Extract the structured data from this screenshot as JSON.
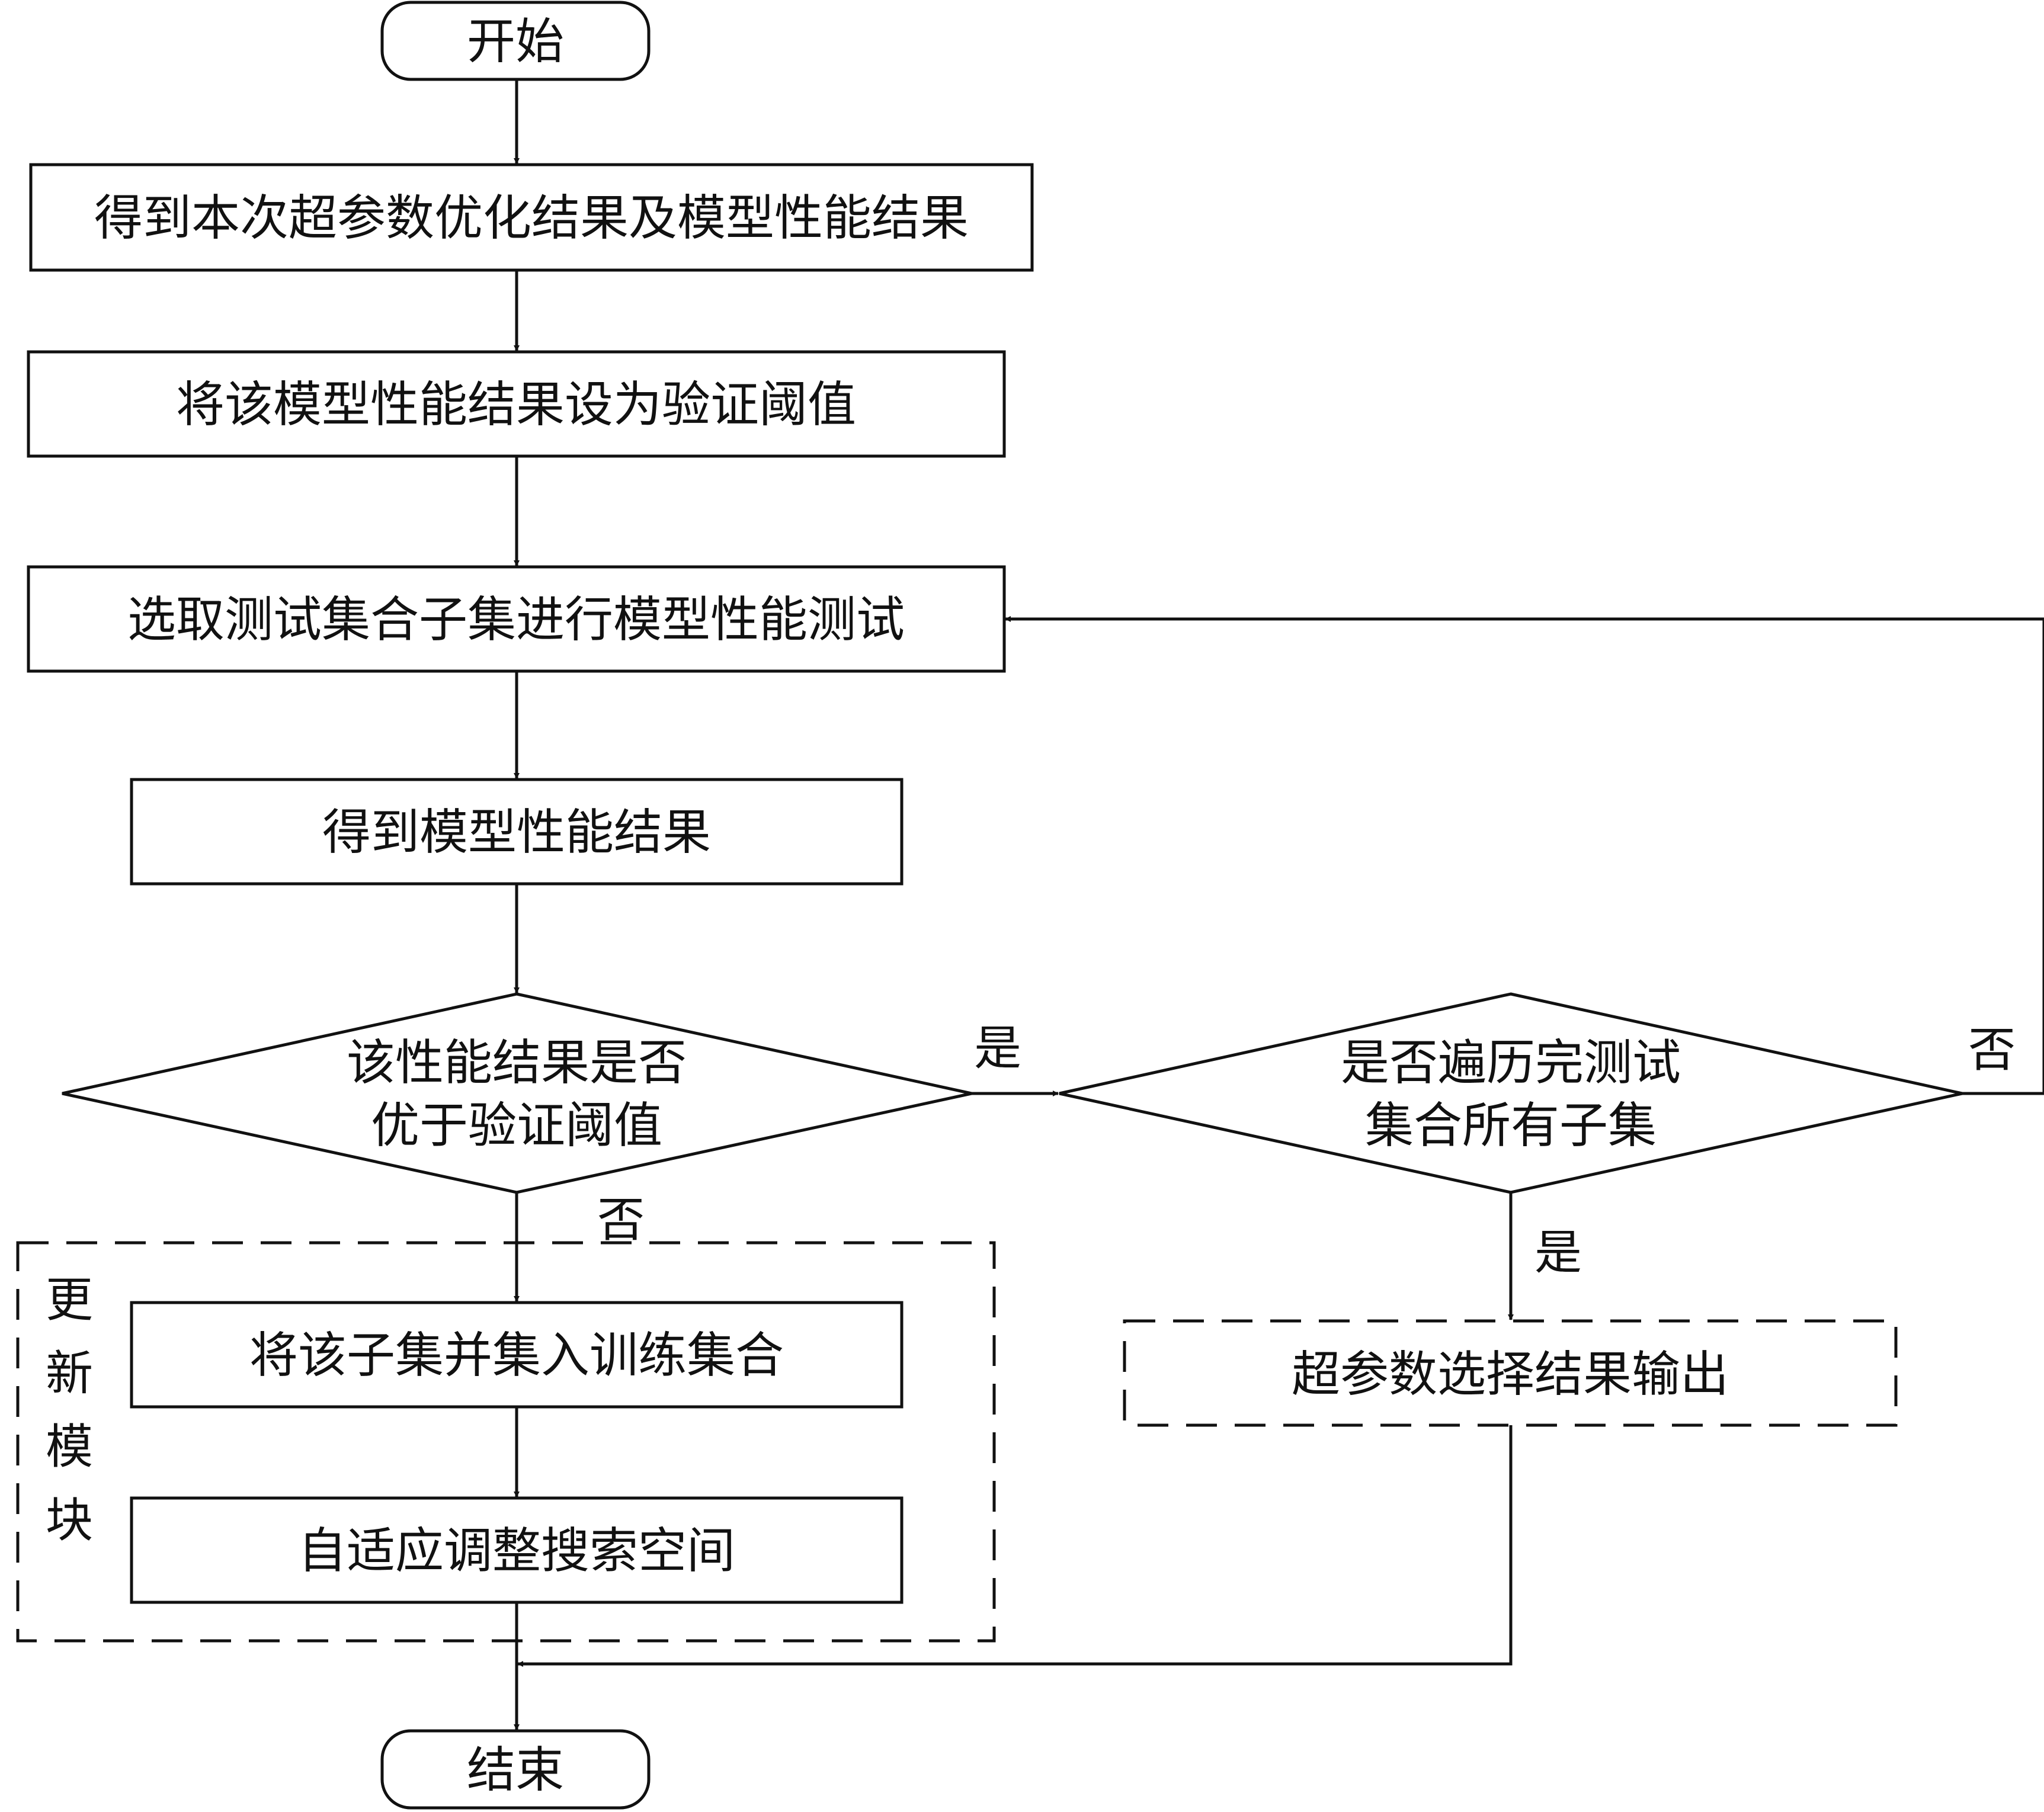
{
  "diagram": {
    "start": "开始",
    "end": "结束",
    "steps": {
      "get_opt_result": "得到本次超参数优化结果及模型性能结果",
      "set_threshold": "将该模型性能结果设为验证阈值",
      "select_subset": "选取测试集合子集进行模型性能测试",
      "get_perf": "得到模型性能结果",
      "merge_subset": "将该子集并集入训练集合",
      "adjust_space": "自适应调整搜索空间",
      "output": "超参数选择结果输出"
    },
    "decisions": {
      "better_than_threshold": [
        "该性能结果是否",
        "优于验证阈值"
      ],
      "all_subsets_done": [
        "是否遍历完测试",
        "集合所有子集"
      ]
    },
    "group_label": [
      "更",
      "新",
      "模",
      "块"
    ],
    "edge_labels": {
      "yes": "是",
      "no": "否"
    }
  }
}
